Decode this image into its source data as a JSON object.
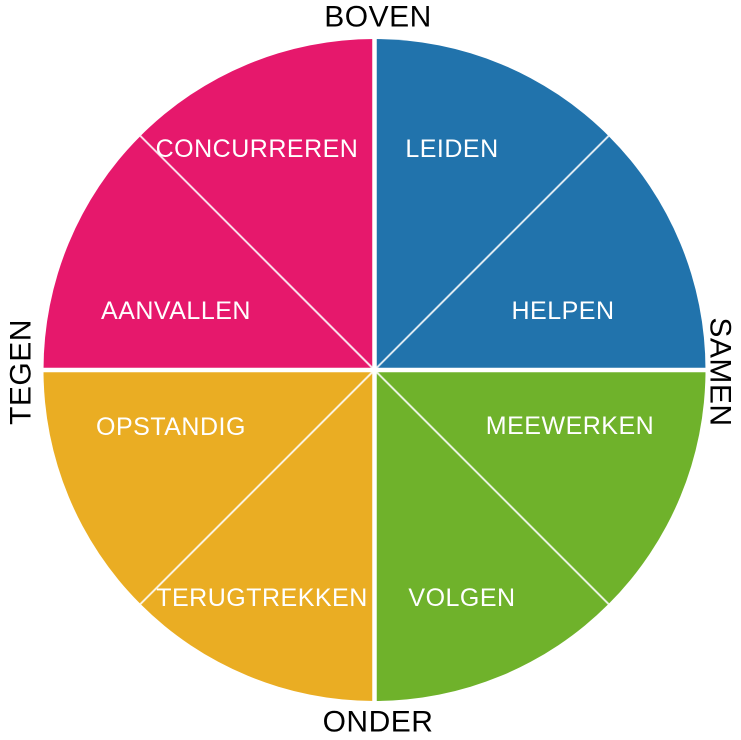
{
  "diagram": {
    "type": "leary-rose-wheel",
    "background": "#FFFFFF"
  },
  "axes": {
    "top": {
      "label": "BOVEN"
    },
    "bottom": {
      "label": "ONDER"
    },
    "left": {
      "label": "TEGEN"
    },
    "right": {
      "label": "SAMEN"
    }
  },
  "quadrants": [
    {
      "position": "top-right",
      "color": "#2173AC",
      "octants": [
        {
          "label": "LEIDEN"
        },
        {
          "label": "HELPEN"
        }
      ]
    },
    {
      "position": "top-left",
      "color": "#E6186C",
      "octants": [
        {
          "label": "CONCURREREN"
        },
        {
          "label": "AANVALLEN"
        }
      ]
    },
    {
      "position": "bottom-left",
      "color": "#EAAD23",
      "octants": [
        {
          "label": "OPSTANDIG"
        },
        {
          "label": "TERUGTREKKEN"
        }
      ]
    },
    {
      "position": "bottom-right",
      "color": "#6FB22B",
      "octants": [
        {
          "label": "MEEWERKEN"
        },
        {
          "label": "VOLGEN"
        }
      ]
    }
  ],
  "styles": {
    "octant_text_color": "#FFFFFF",
    "axis_text_color": "#000000",
    "divider_color": "#FFFFFF"
  }
}
